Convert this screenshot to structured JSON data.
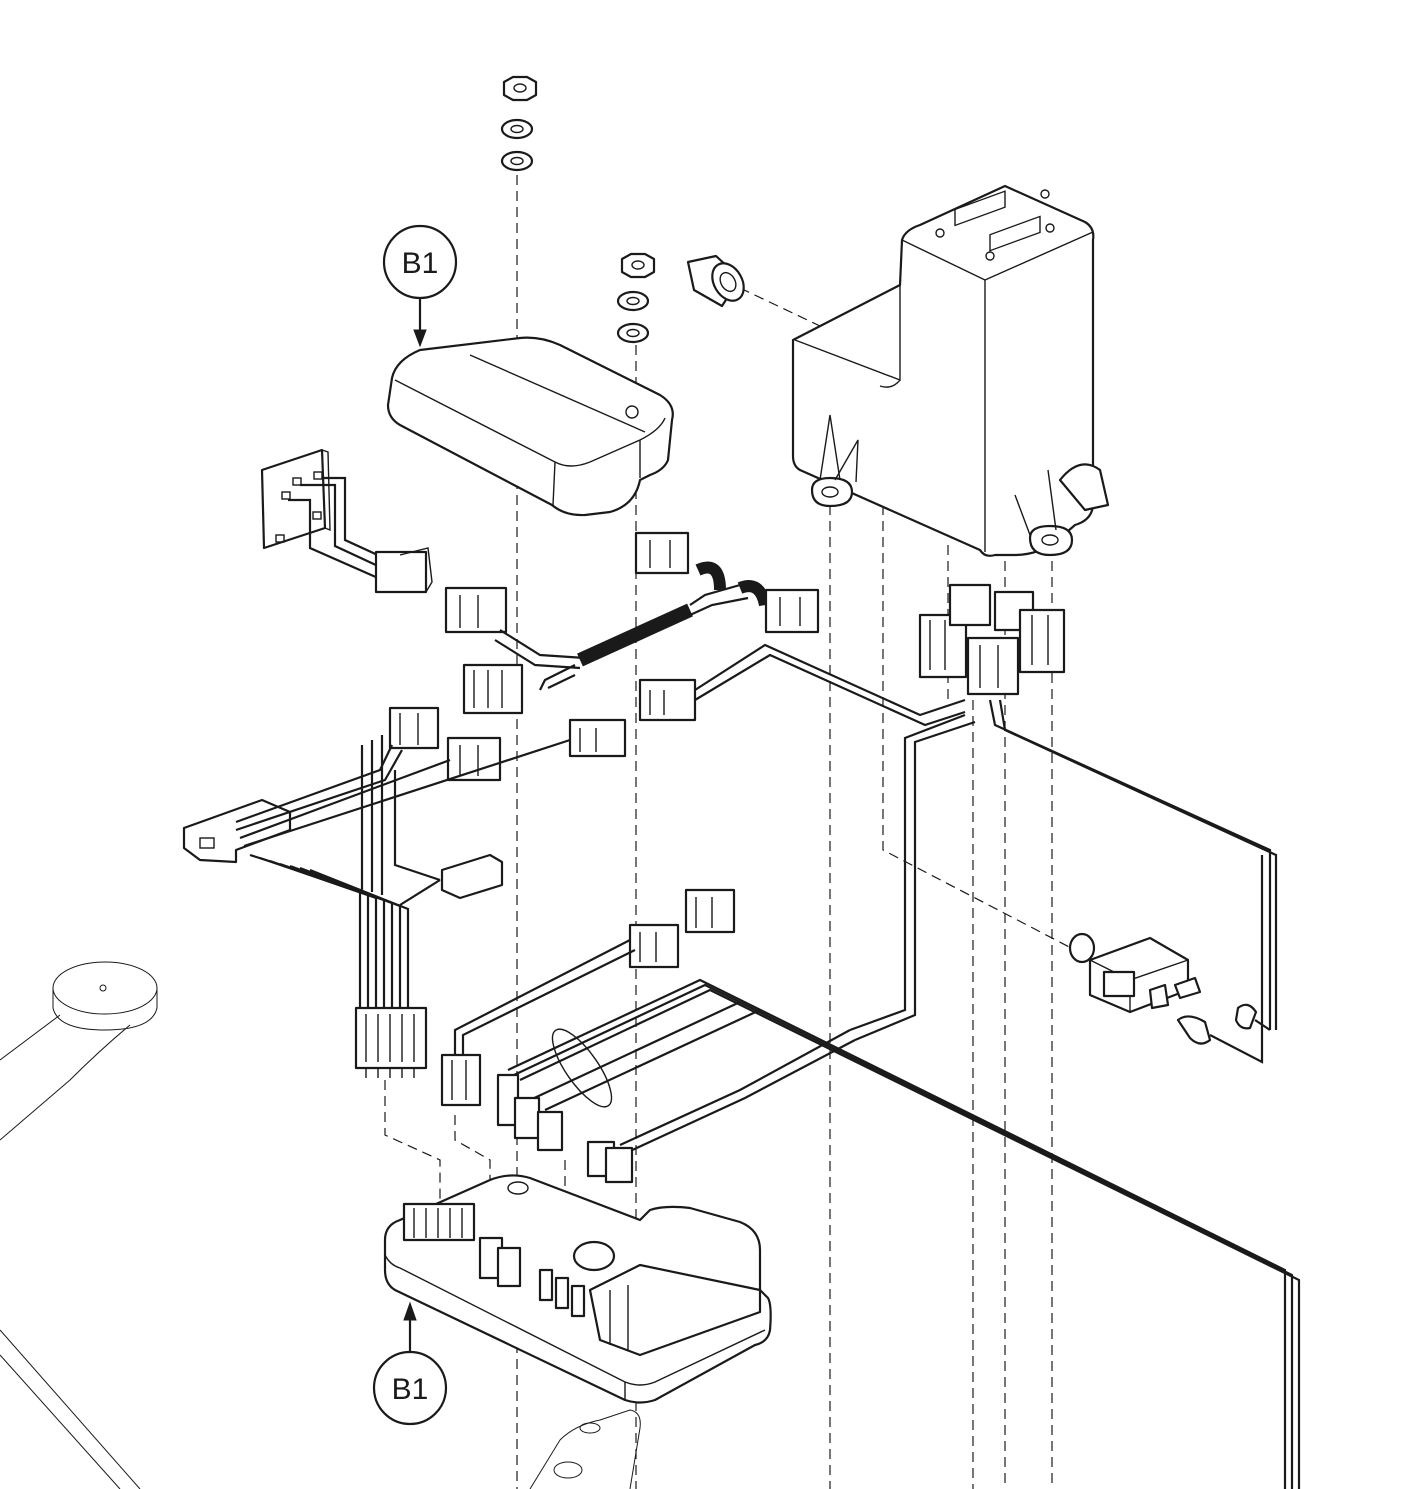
{
  "callouts": [
    {
      "id": "top",
      "label": "B1"
    },
    {
      "id": "bottom",
      "label": "B1"
    }
  ],
  "colors": {
    "line": "#1a1a1a",
    "background": "#ffffff"
  }
}
